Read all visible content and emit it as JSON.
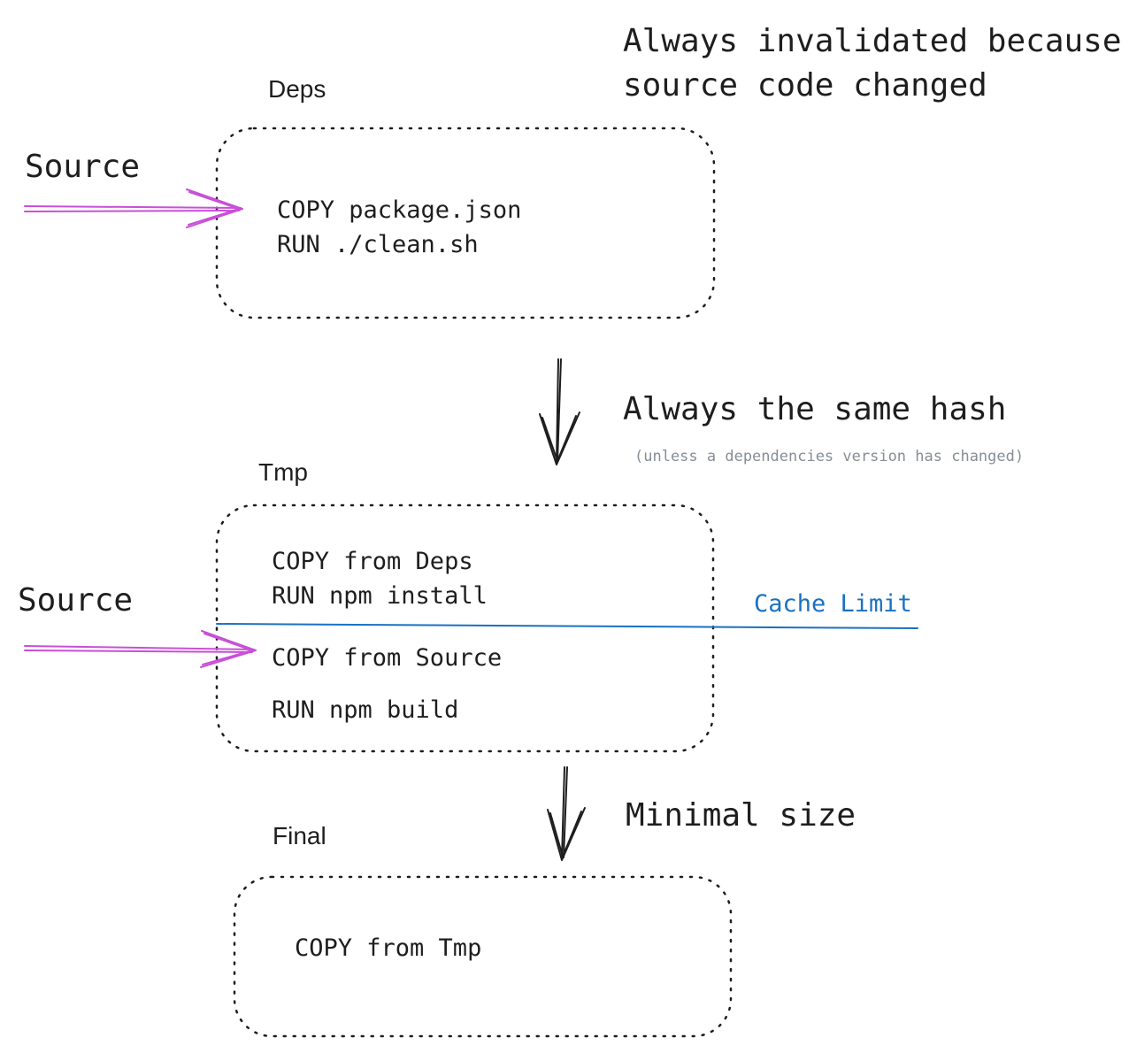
{
  "stages": {
    "deps": {
      "title": "Deps",
      "lines": [
        "COPY package.json",
        "RUN ./clean.sh"
      ]
    },
    "tmp": {
      "title": "Tmp",
      "lines_above_limit": [
        "COPY from Deps",
        "RUN npm install"
      ],
      "lines_below_limit": [
        "COPY from Source",
        "RUN npm build"
      ]
    },
    "final": {
      "title": "Final",
      "lines": [
        "COPY from Tmp"
      ]
    }
  },
  "inputs": {
    "source_top": "Source",
    "source_middle": "Source"
  },
  "annotations": {
    "invalidated_line1": "Always invalidated because",
    "invalidated_line2": "source code changed",
    "same_hash": "Always the same hash",
    "same_hash_note": "(unless a dependencies version has changed)",
    "cache_limit": "Cache Limit",
    "minimal_size": "Minimal size"
  },
  "colors": {
    "source_arrow": "#c94fd8",
    "cache_limit_line": "#1971c2",
    "stroke": "#1e1e1e"
  }
}
